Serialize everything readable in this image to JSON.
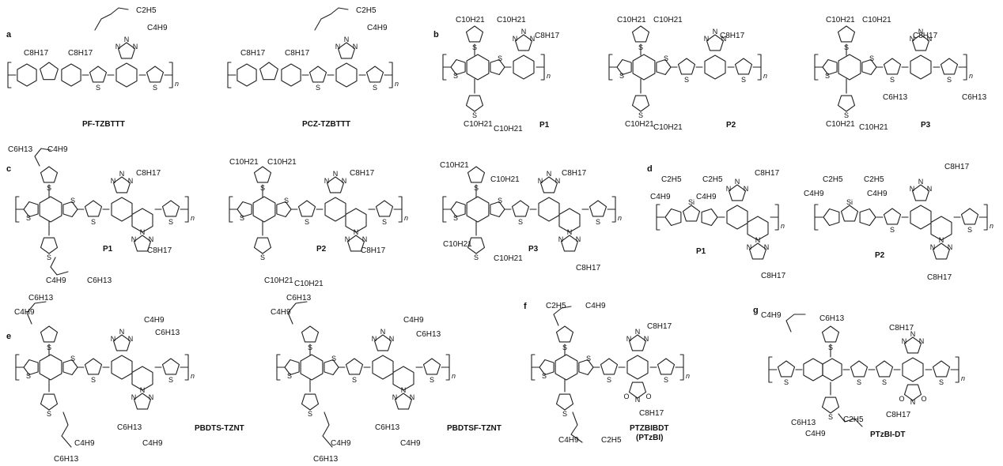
{
  "figure": {
    "background": "#ffffff",
    "ink": "#111111",
    "panels": [
      {
        "id": "a",
        "label": "a"
      },
      {
        "id": "b",
        "label": "b"
      },
      {
        "id": "c",
        "label": "c"
      },
      {
        "id": "d",
        "label": "d"
      },
      {
        "id": "e",
        "label": "e"
      },
      {
        "id": "f",
        "label": "f"
      },
      {
        "id": "g",
        "label": "g"
      }
    ],
    "compounds": [
      {
        "id": "pf-tzbttt",
        "name": "PF-TZBTTT",
        "subs": [
          "C8H17",
          "C8H17",
          "C2H5",
          "C4H9"
        ]
      },
      {
        "id": "pcz-tzbttt",
        "name": "PCZ-TZBTTT",
        "subs": [
          "C8H17",
          "C8H17",
          "C2H5",
          "C4H9"
        ]
      },
      {
        "id": "b-p1",
        "name": "P1",
        "subs": [
          "C10H21",
          "C10H21",
          "C8H17",
          "C10H21",
          "C10H21"
        ]
      },
      {
        "id": "b-p2",
        "name": "P2",
        "subs": [
          "C10H21",
          "C10H21",
          "C8H17",
          "C10H21",
          "C10H21"
        ]
      },
      {
        "id": "b-p3",
        "name": "P3",
        "subs": [
          "C10H21",
          "C10H21",
          "C8H17",
          "C6H13",
          "C6H13",
          "C10H21",
          "C10H21"
        ]
      },
      {
        "id": "c-p1",
        "name": "P1",
        "subs": [
          "C6H13",
          "C4H9",
          "C8H17",
          "C8H17",
          "C4H9",
          "C6H13"
        ]
      },
      {
        "id": "c-p2",
        "name": "P2",
        "subs": [
          "C10H21",
          "C10H21",
          "C8H17",
          "C8H17",
          "C10H21",
          "C10H21"
        ]
      },
      {
        "id": "c-p3",
        "name": "P3",
        "subs": [
          "C10H21",
          "C10H21",
          "C8H17",
          "C8H17",
          "C10H21",
          "C10H21"
        ]
      },
      {
        "id": "d-p1",
        "name": "P1",
        "subs": [
          "C2H5",
          "C2H5",
          "C4H9",
          "C4H9",
          "C8H17",
          "C8H17"
        ]
      },
      {
        "id": "d-p2",
        "name": "P2",
        "subs": [
          "C2H5",
          "C2H5",
          "C4H9",
          "C4H9",
          "C8H17",
          "C8H17"
        ]
      },
      {
        "id": "pbdts-tznt",
        "name": "PBDTS-TZNT",
        "subs": [
          "C6H13",
          "C4H9",
          "C4H9",
          "C6H13",
          "C6H13",
          "C4H9",
          "C4H9",
          "C6H13"
        ]
      },
      {
        "id": "pbdtsf-tznt",
        "name": "PBDTSF-TZNT",
        "subs": [
          "C6H13",
          "C4H9",
          "C4H9",
          "C6H13",
          "C6H13",
          "C4H9",
          "C4H9",
          "C6H13"
        ]
      },
      {
        "id": "ptzbibdt",
        "name": "PTZBIBDT",
        "alias": "(PTzBI)",
        "subs": [
          "C2H5",
          "C4H9",
          "C8H17",
          "C4H9",
          "C2H5",
          "C8H17"
        ]
      },
      {
        "id": "ptzbi-dt",
        "name": "PTzBI-DT",
        "subs": [
          "C4H9",
          "C6H13",
          "C8H17",
          "C6H13",
          "C4H9",
          "C2H5",
          "C8H17"
        ]
      }
    ],
    "atoms": {
      "S": "S",
      "N": "N",
      "O": "O",
      "Si": "Si",
      "n": "n"
    }
  }
}
